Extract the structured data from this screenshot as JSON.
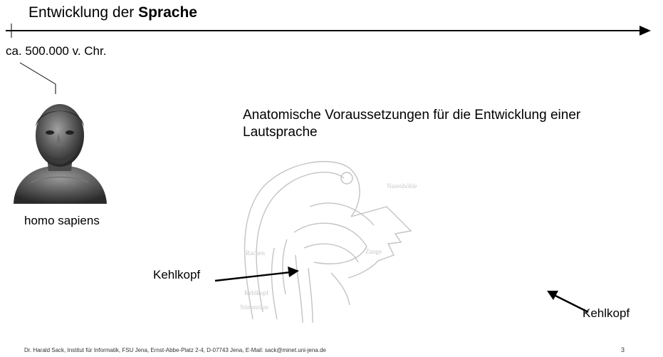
{
  "slide": {
    "title_prefix": "Entwicklung der ",
    "title_bold": "Sprache",
    "timeline_date": "ca. 500.000 v. Chr.",
    "person_caption": "homo sapiens",
    "anatomy_heading": "Anatomische Voraussetzungen für die  Entwicklung einer Lautsprache",
    "label_left": "Kehlkopf",
    "label_right": "Kehlkopf",
    "diagram_labels": {
      "nasal": "Nasenhöhle",
      "pharynx": "Rachen",
      "tongue": "Zunge",
      "larynx": "Kehlkopf",
      "vocal": "Stimmritze"
    }
  },
  "footer": {
    "text": "Dr. Harald Sack, Institut für Informatik, FSU Jena, Ernst-Abbe-Platz 2-4, D-07743 Jena, E-Mail: sack@minet.uni-jena.de",
    "page_number": "3"
  }
}
